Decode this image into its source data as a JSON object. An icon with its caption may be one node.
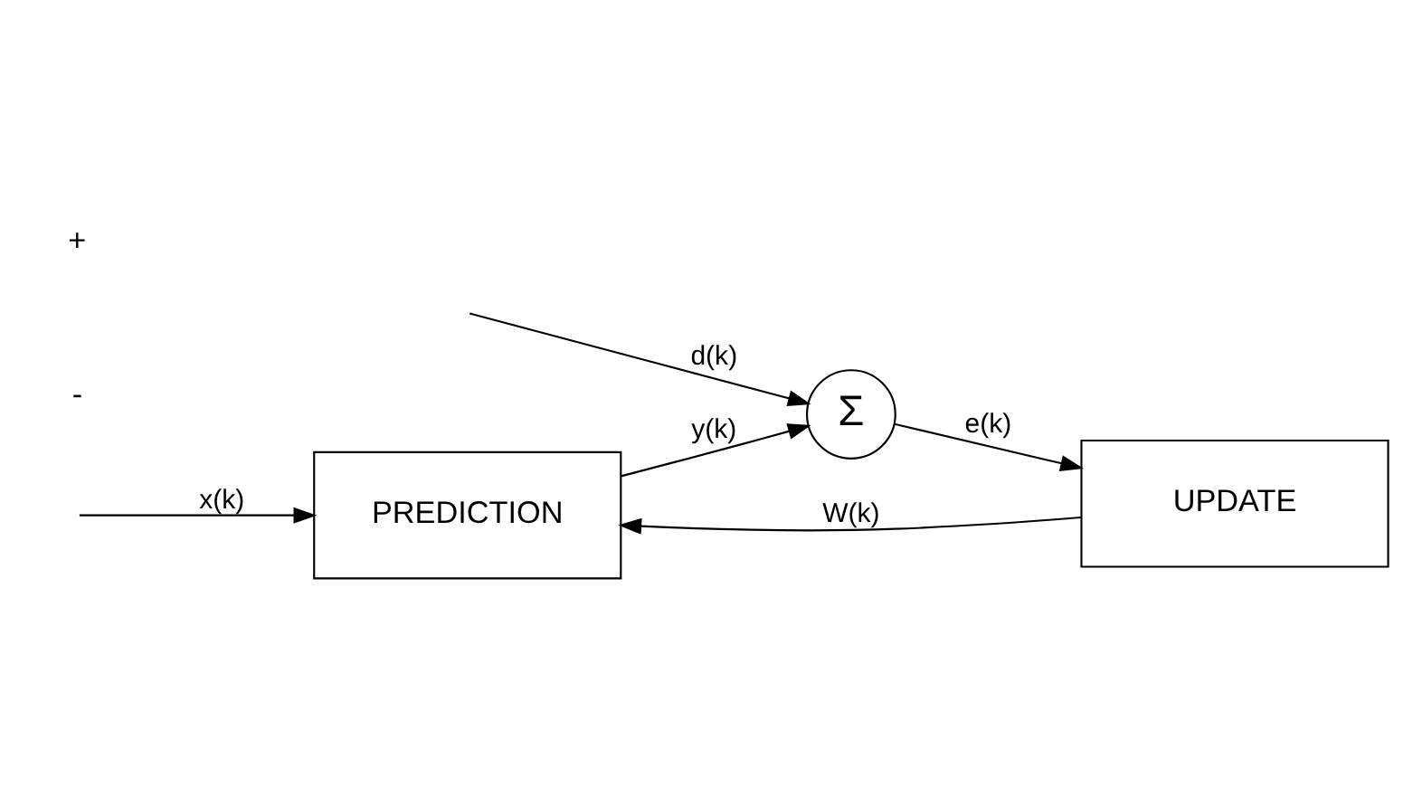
{
  "diagram": {
    "nodes": [
      {
        "text": [
          "PREDICTION"
        ]
      },
      {
        "text": [
          "Σ"
        ]
      },
      {
        "text": [
          "UPDATE"
        ]
      }
    ],
    "edges": [
      {
        "from": null,
        "to": 0,
        "arrow": "to",
        "label": "x(k)"
      },
      {
        "from": 0,
        "to": 1,
        "arrow": "to",
        "label": "y(k)"
      },
      {
        "from": null,
        "to": 1,
        "arrow": "to",
        "label": "d(k)"
      },
      {
        "from": 1,
        "to": 2,
        "arrow": "to",
        "label": "e(k)"
      },
      {
        "from": 2,
        "to": 0,
        "arrow": "to",
        "label": "W(k)"
      }
    ],
    "labels": [
      "-",
      "+"
    ]
  }
}
